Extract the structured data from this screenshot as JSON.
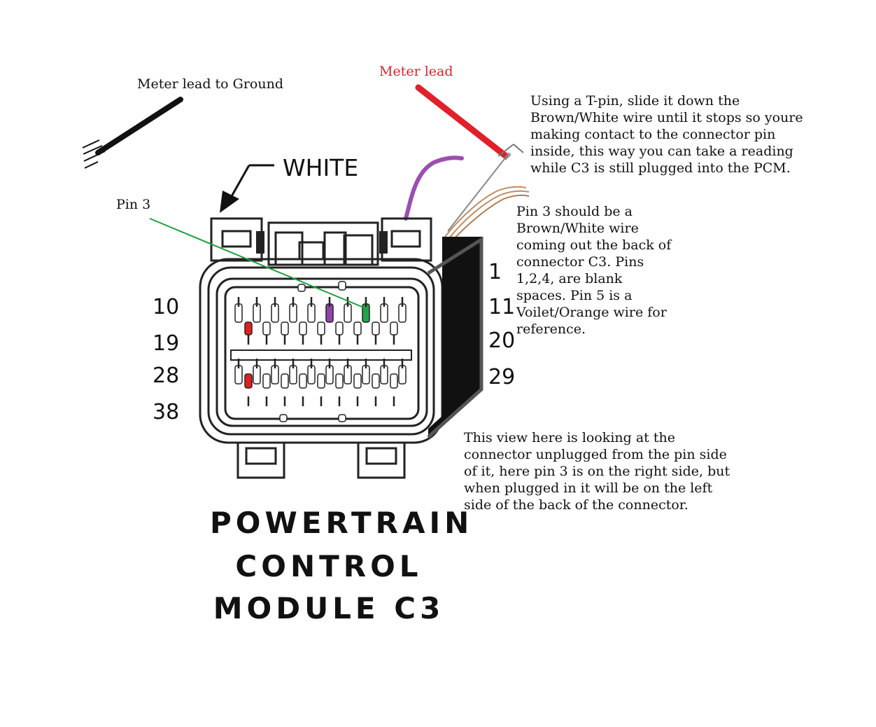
{
  "labels": {
    "meter_ground": "Meter lead to Ground",
    "meter_lead": "Meter lead",
    "pin3": "Pin 3",
    "white": "WHITE",
    "tpin_note": "Using a T-pin, slide it down the\nBrown/White wire until it stops so youre\nmaking contact to the connector pin\ninside, this way you can take a reading\nwhile C3 is still plugged into the PCM.",
    "pin3_note": "Pin 3 should be a\nBrown/White wire\ncoming out the back of\nconnector C3. Pins\n1,2,4, are blank\nspaces. Pin 5 is a\nVoilet/Orange wire for\nreference.",
    "view_note": "This view here is looking at the\nconnector unplugged from the pin side\nof it, here pin 3 is on the right side, but\nwhen plugged in it will be on the left\nside of the back of the connector."
  },
  "pin_numbers": {
    "left": [
      "10",
      "19",
      "28",
      "38"
    ],
    "right": [
      "1",
      "11",
      "20",
      "29"
    ]
  },
  "title_lines": [
    "POWERTRAIN",
    "CONTROL",
    "MODULE C3"
  ],
  "colors": {
    "meter_lead": "#e0202a",
    "ground_lead": "#111111",
    "violet_wire": "#9b4fb0",
    "brown_wire": "#c08a60",
    "pin3_pointer": "#1fa040",
    "pin3_highlight": "#22a34a",
    "pin5_highlight": "#8e44ad",
    "red_pin": "#e02020"
  }
}
